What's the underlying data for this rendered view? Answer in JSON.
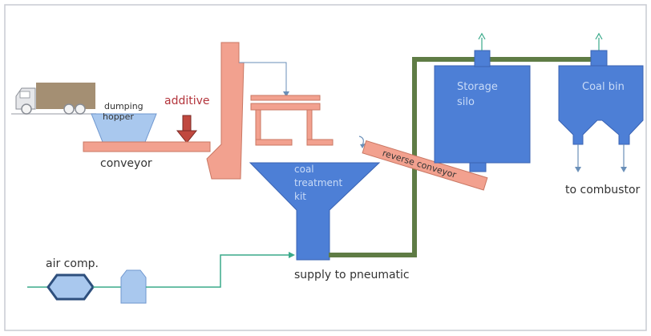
{
  "labels": {
    "dumping_hopper_line1": "dumping",
    "dumping_hopper_line2": "hopper",
    "additive": "additive",
    "conveyor": "conveyor",
    "coal_treatment_kit_line1": "coal",
    "coal_treatment_kit_line2": "treatment",
    "coal_treatment_kit_line3": "kit",
    "reverse_conveyor": "reverse conveyor",
    "storage_silo_line1": "Storage",
    "storage_silo_line2": "silo",
    "coal_bin": "Coal bin",
    "to_combustor": "to combustor",
    "air_comp": "air comp.",
    "supply_to_pneumatic": "supply to pneumatic"
  },
  "colors": {
    "border": "#c8ccd2",
    "truck": "#a48f73",
    "salmon": "#f2a18f",
    "salmon_stroke": "#c97763",
    "blue": "#4d7fd6",
    "blue_dark": "#3a63b3",
    "light_blue": "#a9c8ee",
    "green_pipe": "#5f7c45",
    "teal_line": "#3aaa8a",
    "additive_text": "#b3343b",
    "additive_arrow": "#b3343b",
    "label_blue": "#c9dbf7"
  }
}
